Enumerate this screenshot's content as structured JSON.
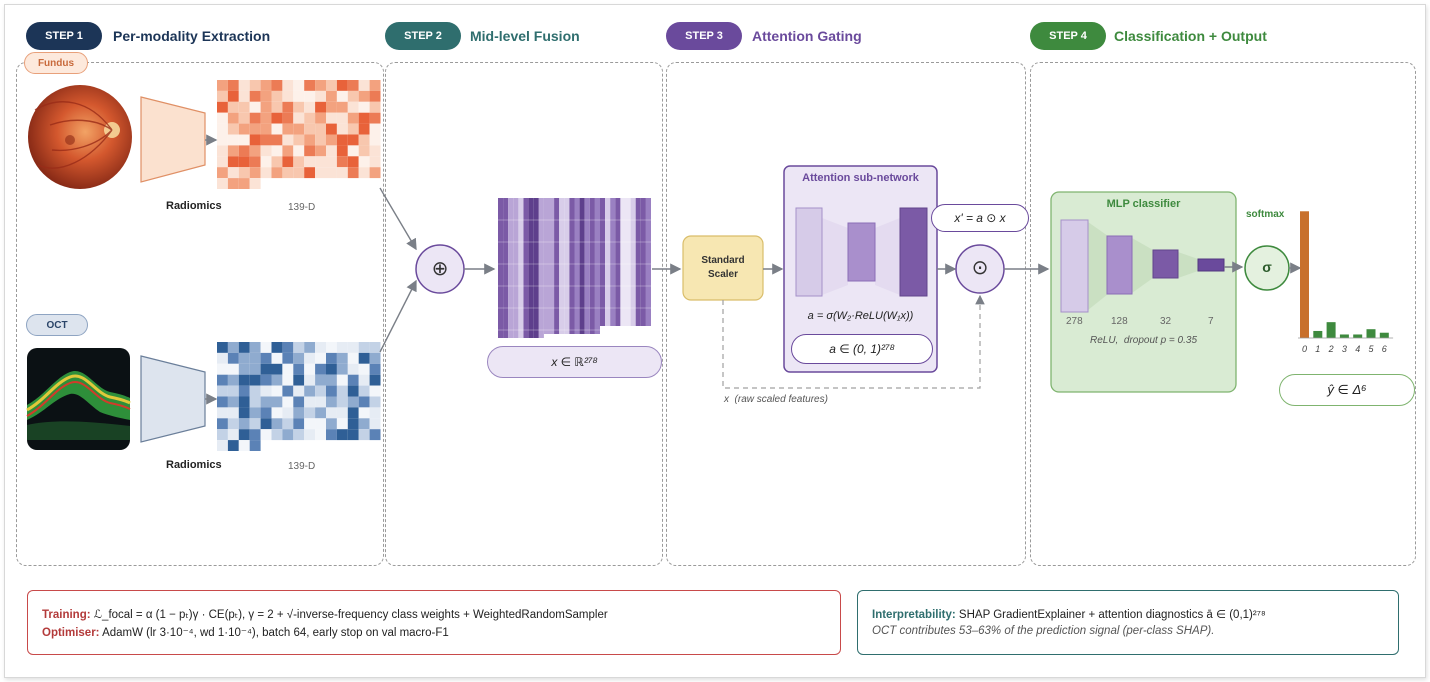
{
  "steps": [
    {
      "badge": "STEP 1",
      "title": "Per-modality Extraction",
      "color": "#1c3557"
    },
    {
      "badge": "STEP 2",
      "title": "Mid-level Fusion",
      "color": "#2f6e6e"
    },
    {
      "badge": "STEP 3",
      "title": "Attention Gating",
      "color": "#6a4a9c"
    },
    {
      "badge": "STEP 4",
      "title": "Classification + Output",
      "color": "#3e8a3e"
    }
  ],
  "step1": {
    "fundus_tag": "Fundus",
    "oct_tag": "OCT",
    "radiomics_label": "Radiomics",
    "dim_label": "139-D"
  },
  "step2": {
    "concat_symbol": "⊕",
    "vector_formula": "x ∈ ℝ²⁷⁸"
  },
  "step3": {
    "scaler_label": "Standard Scaler",
    "subnet_title": "Attention sub-network",
    "attn_formula": "a = σ(W₂·ReLU(W₁x))",
    "attn_range": "a ∈ (0, 1)²⁷⁸",
    "gated_formula": "x' = a ⊙ x",
    "gate_symbol": "⊙",
    "raw_features_label": "x  (raw scaled features)"
  },
  "step4": {
    "mlp_title": "MLP classifier",
    "layer_sizes": [
      "278",
      "128",
      "32",
      "7"
    ],
    "mlp_note": "ReLU,  dropout p = 0.35",
    "softmax_label": "softmax",
    "sigma_symbol": "σ",
    "output_formula": "ŷ ∈ Δ⁶",
    "class_labels": [
      "0",
      "1",
      "2",
      "3",
      "4",
      "5",
      "6"
    ]
  },
  "chart_data": {
    "type": "bar",
    "categories": [
      "0",
      "1",
      "2",
      "3",
      "4",
      "5",
      "6"
    ],
    "values": [
      0.72,
      0.04,
      0.09,
      0.02,
      0.02,
      0.05,
      0.03
    ],
    "ylim": [
      0,
      0.75
    ],
    "colors": [
      "#c8702c",
      "#3e8a3e",
      "#3e8a3e",
      "#3e8a3e",
      "#3e8a3e",
      "#3e8a3e",
      "#3e8a3e"
    ]
  },
  "training": {
    "training_label": "Training:",
    "training_text": "ℒ_focal = α (1 − pₜ)γ · CE(pₜ),  γ = 2  +  √-inverse-frequency class weights  +  WeightedRandomSampler",
    "optimiser_label": "Optimiser:",
    "optimiser_text": "AdamW (lr 3·10⁻⁴, wd 1·10⁻⁴), batch 64, early stop on val macro-F1"
  },
  "interpretability": {
    "label": "Interpretability:",
    "text": "SHAP GradientExplainer  +  attention diagnostics ā ∈ (0,1)²⁷⁸",
    "note": "OCT contributes 53–63% of the prediction signal (per-class SHAP)."
  },
  "colors": {
    "fundus_orange": "#e8623a",
    "oct_blue": "#2f5f96",
    "fusion_purple": "#7b5aa6",
    "scaler_yellow": "#f7e7b2",
    "mlp_green": "#d9ebd3",
    "training_red": "#b33a3a",
    "interp_teal": "#2f6e6e"
  }
}
